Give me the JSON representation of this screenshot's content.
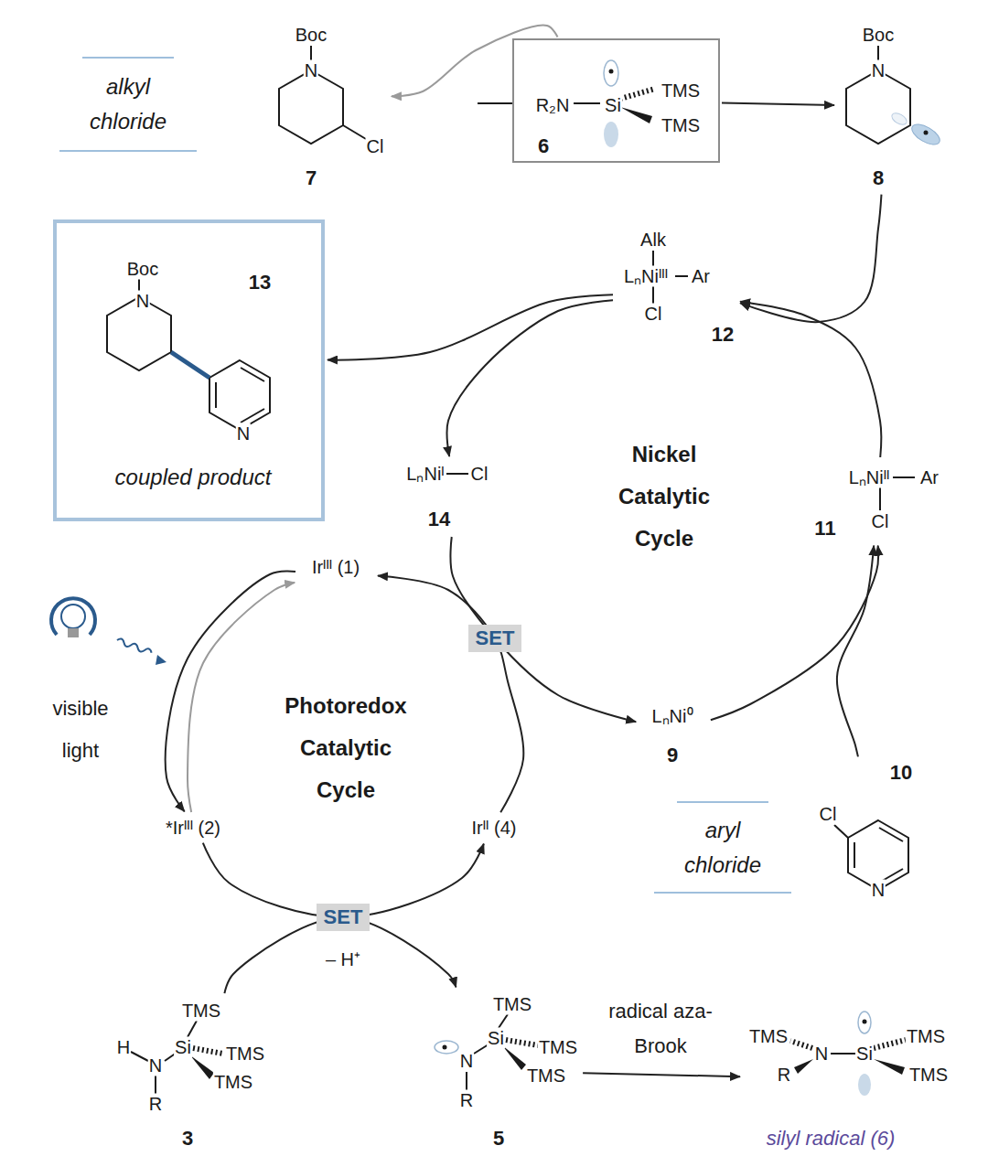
{
  "diagram": {
    "nodes": [
      {
        "text": [
          "Boc",
          "N",
          "Cl",
          "7"
        ]
      },
      {
        "text": [
          "R₂N",
          "Si",
          "TMS",
          "TMS",
          "6"
        ]
      },
      {
        "text": [
          "Boc",
          "N",
          "8"
        ]
      },
      {
        "text": [
          "Alk",
          "LₙNiᴵᴵᴵ",
          "Ar",
          "Cl",
          "12"
        ]
      },
      {
        "text": [
          "Boc",
          "N",
          "13",
          "N",
          "coupled product"
        ]
      },
      {
        "text": [
          "LₙNiᴵ",
          "Cl",
          "14"
        ]
      },
      {
        "text": [
          "LₙNiᴵᴵ",
          "Ar",
          "Cl",
          "11"
        ]
      },
      {
        "text": [
          "Irᴵᴵᴵ (1)"
        ]
      },
      {
        "text": [
          "LₙNi⁰",
          "9"
        ]
      },
      {
        "text": [
          "*Irᴵᴵᴵ (2)"
        ]
      },
      {
        "text": [
          "Irᴵᴵ (4)"
        ]
      },
      {
        "text": [
          "Cl",
          "N",
          "10"
        ]
      },
      {
        "text": [
          "TMS",
          "H",
          "N",
          "Si",
          "TMS",
          "TMS",
          "R",
          "3"
        ]
      },
      {
        "text": [
          "TMS",
          "N",
          "Si",
          "TMS",
          "TMS",
          "R",
          "5"
        ]
      },
      {
        "text": [
          "TMS",
          "N",
          "Si",
          "TMS",
          "TMS",
          "R",
          "silyl radical (6)"
        ]
      }
    ],
    "edges": [
      {
        "from": 1,
        "to": 0,
        "arrow": "to"
      },
      {
        "from": 1,
        "to": 2,
        "arrow": "to"
      },
      {
        "from": 2,
        "to": 3,
        "arrow": "to"
      },
      {
        "from": 6,
        "to": 3,
        "arrow": "to"
      },
      {
        "from": 3,
        "to": 4,
        "arrow": "to"
      },
      {
        "from": 3,
        "to": 5,
        "arrow": "to"
      },
      {
        "from": 5,
        "to": 8,
        "arrow": "to"
      },
      {
        "from": 10,
        "to": 7,
        "arrow": "to",
        "label": "SET"
      },
      {
        "from": 8,
        "to": 6,
        "arrow": "to"
      },
      {
        "from": 11,
        "to": 6,
        "arrow": "to"
      },
      {
        "from": 7,
        "to": 9,
        "arrow": "to"
      },
      {
        "from": 9,
        "to": 7,
        "arrow": "to"
      },
      {
        "from": 9,
        "to": 10,
        "arrow": "to",
        "label": "SET"
      },
      {
        "from": 12,
        "to": 13,
        "arrow": "to"
      },
      {
        "from": 13,
        "to": 14,
        "arrow": "to",
        "label": "radical aza-Brook"
      }
    ],
    "labels": [
      "alkyl chloride",
      "Nickel Catalytic Cycle",
      "visible light",
      "Photoredox Catalytic Cycle",
      "aryl chloride",
      "– H⁺"
    ]
  }
}
